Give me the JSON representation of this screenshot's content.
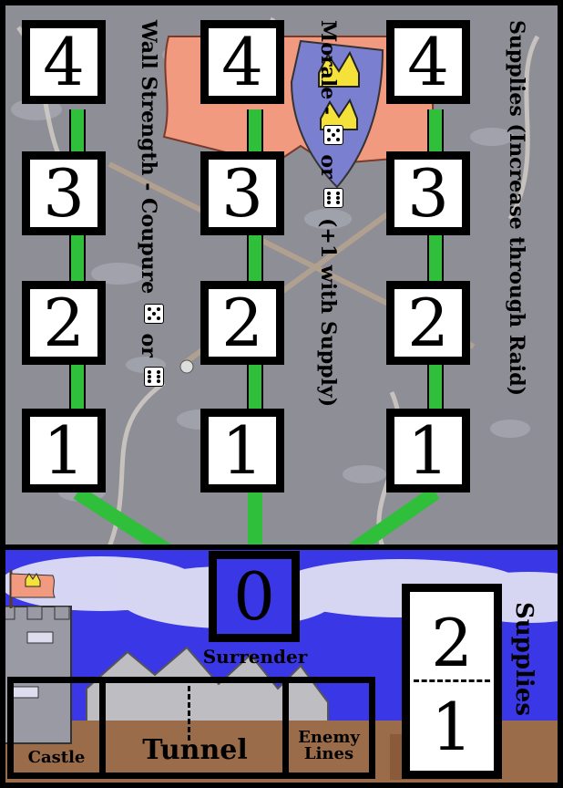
{
  "tracks": [
    {
      "id": "wall-strength",
      "values": [
        "4",
        "3",
        "2",
        "1"
      ]
    },
    {
      "id": "morale",
      "values": [
        "4",
        "3",
        "2",
        "1"
      ]
    },
    {
      "id": "supplies",
      "values": [
        "4",
        "3",
        "2",
        "1"
      ]
    }
  ],
  "labels": {
    "wall_strength": "Wall Strength - Coupure",
    "wall_strength_or": "or",
    "morale": "Morale -",
    "morale_or": "or",
    "morale_suffix": "(+1 with Supply)",
    "supplies_raid": "Supplies (Increase through Raid)"
  },
  "surrender": {
    "value": "0",
    "label": "Surrender"
  },
  "locations": {
    "castle": "Castle",
    "tunnel": "Tunnel",
    "enemy_lines": "Enemy Lines"
  },
  "supply_store": {
    "label": "Supplies",
    "top": "2",
    "bottom": "1"
  },
  "colors": {
    "stone": "#8e8e96",
    "sky": "#3a38e6",
    "track_line": "#2fbf3a",
    "banner": "#f29a80",
    "ground": "#9a6c4a"
  },
  "icons": {
    "die": "die-face-five",
    "flag": "flag-icon",
    "crown": "crown-icon"
  }
}
